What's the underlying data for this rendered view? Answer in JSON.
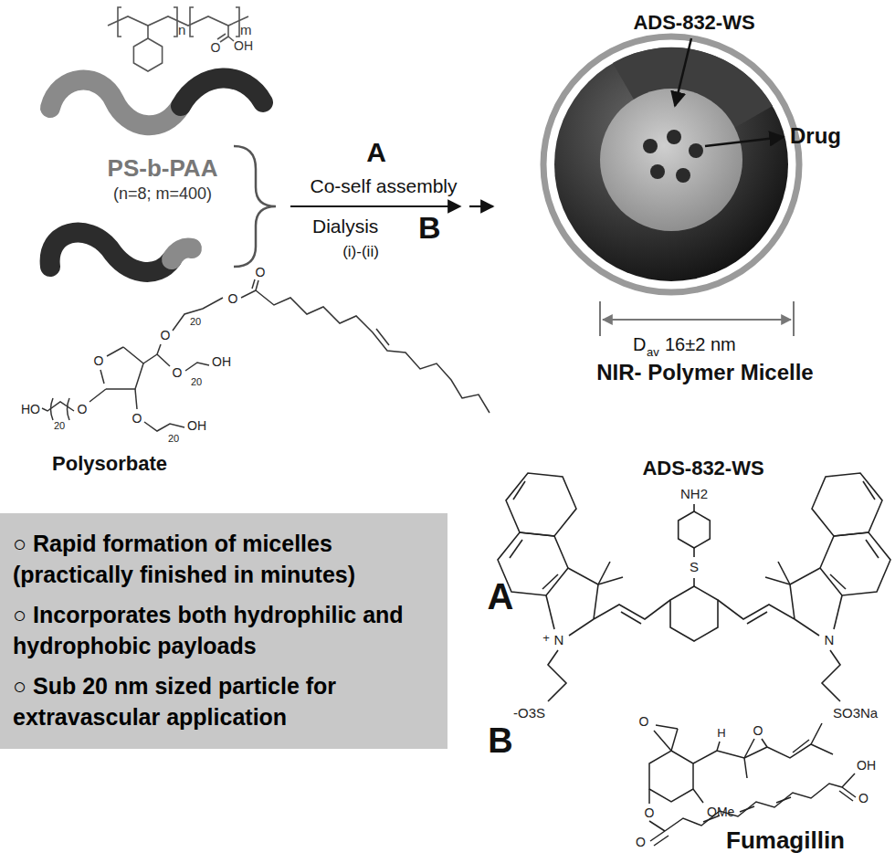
{
  "diagram": {
    "nodes": [
      {
        "text": [
          "○ Rapid formation of micelles (practically finished in minutes)",
          "○ Incorporates both hydrophilic and hydrophobic payloads",
          "○ Sub 20 nm sized particle for extravascular application"
        ]
      }
    ],
    "labels": [
      "n",
      "m",
      "O",
      "OH",
      "PS-b-PAA",
      "(n=8; m=400)",
      "A",
      "Co-self assembly",
      "Dialysis",
      "B",
      "(i)-(ii)",
      "ADS-832-WS",
      "Drug",
      "D",
      "av",
      "16±2 nm",
      "NIR- Polymer Micelle",
      "O",
      "HO",
      "O",
      "20",
      "O",
      "20",
      "OH",
      "O",
      "20",
      "OH",
      "O",
      "20",
      "O",
      "O",
      "Polysorbate",
      "A",
      "ADS-832-WS",
      "NH2",
      "S",
      "+",
      "N",
      "N",
      "-O3S",
      "SO3Na",
      "B",
      "O",
      "H",
      "O",
      "OMe",
      "O",
      "O",
      "OH",
      "O",
      "Fumagillin"
    ]
  }
}
